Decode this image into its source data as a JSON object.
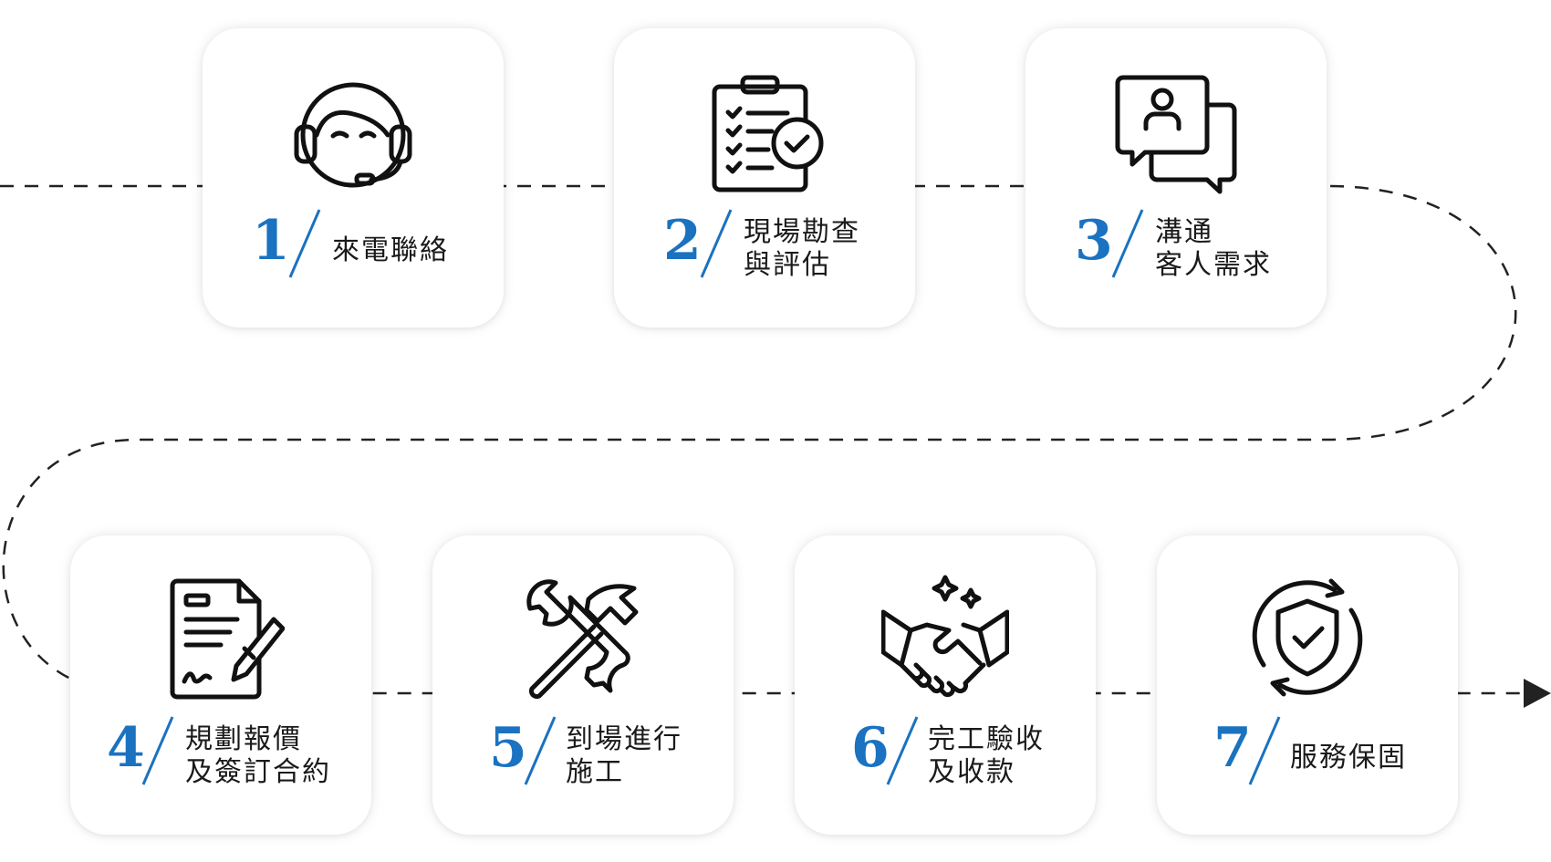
{
  "colors": {
    "accent": "#1a72c0",
    "line": "#222222",
    "icon": "#111111",
    "card": "#ffffff"
  },
  "steps": [
    {
      "number": "1",
      "lines": [
        "來電聯絡"
      ],
      "icon": "headset-agent-icon"
    },
    {
      "number": "2",
      "lines": [
        "現場勘查",
        "與評估"
      ],
      "icon": "checklist-clipboard-icon"
    },
    {
      "number": "3",
      "lines": [
        "溝通",
        "客人需求"
      ],
      "icon": "chat-user-icon"
    },
    {
      "number": "4",
      "lines": [
        "規劃報價",
        "及簽訂合約"
      ],
      "icon": "contract-sign-icon"
    },
    {
      "number": "5",
      "lines": [
        "到場進行",
        "施工"
      ],
      "icon": "wrench-hammer-icon"
    },
    {
      "number": "6",
      "lines": [
        "完工驗收",
        "及收款"
      ],
      "icon": "handshake-icon"
    },
    {
      "number": "7",
      "lines": [
        "服務保固"
      ],
      "icon": "shield-check-icon"
    }
  ]
}
